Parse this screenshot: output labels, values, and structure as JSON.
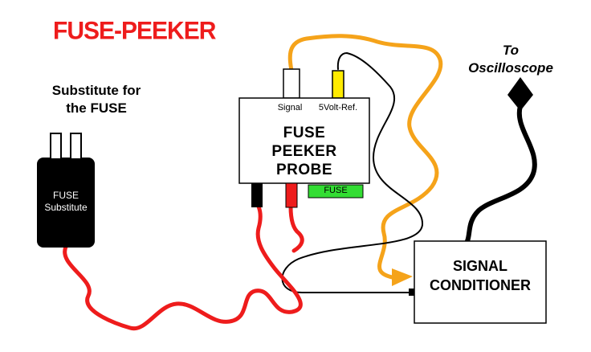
{
  "title": "FUSE-PEEKER",
  "substitute_label": "Substitute for\nthe FUSE",
  "fuse_substitute_text": "FUSE\nSubstitute",
  "probe": {
    "title": "FUSE\nPEEKER\nPROBE",
    "signal_label": "Signal",
    "ref_label": "5Volt-Ref.",
    "fuse_label": "FUSE"
  },
  "oscilloscope_label": "To\nOscilloscope",
  "conditioner_label": "SIGNAL\nCONDITIONER",
  "colors": {
    "title": "#ee1c1c",
    "red_wire": "#ee1c1c",
    "orange_wire": "#f5a31a",
    "yellow_plug": "#ffeb00",
    "green_tag": "#33dd33",
    "black": "#000000"
  }
}
